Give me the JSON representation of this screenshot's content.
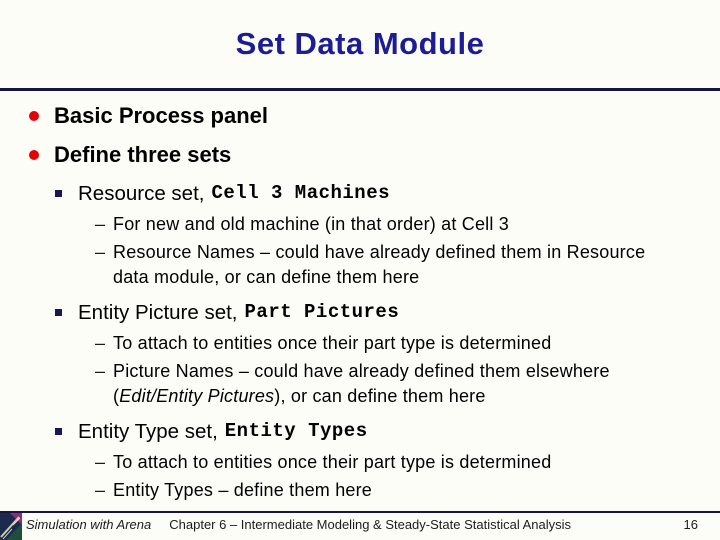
{
  "title": "Set Data Module",
  "colors": {
    "title_navy": "#1c1c94",
    "rule_navy": "#16163e",
    "bullet_red": "#e00404",
    "bullet_square_navy": "#16165e",
    "background": "#fdfdf8"
  },
  "bullets": {
    "level1": [
      {
        "label": "Basic Process panel"
      },
      {
        "label": "Define three sets"
      }
    ],
    "sets": [
      {
        "label": "Resource set,",
        "code": "Cell 3 Machines",
        "subs": [
          {
            "pre": "For new and old machine (in that order) at Cell 3",
            "italic": "",
            "post": ""
          },
          {
            "pre": "Resource Names – could have already defined them in Resource data module, or can define them here",
            "italic": "",
            "post": ""
          }
        ]
      },
      {
        "label": "Entity Picture set,",
        "code": "Part Pictures",
        "subs": [
          {
            "pre": "To attach to entities once their part type is determined",
            "italic": "",
            "post": ""
          },
          {
            "pre": "Picture Names – could have already defined them elsewhere (",
            "italic": "Edit/Entity Pictures",
            "post": "), or can define them here"
          }
        ]
      },
      {
        "label": "Entity Type set,",
        "code": "Entity Types",
        "subs": [
          {
            "pre": "To attach to entities once their part type is determined",
            "italic": "",
            "post": ""
          },
          {
            "pre": "Entity Types – define them here",
            "italic": "",
            "post": ""
          }
        ]
      }
    ]
  },
  "footer": {
    "book": "Simulation with Arena",
    "chapter": "Chapter 6 – Intermediate Modeling & Steady-State Statistical Analysis",
    "page": "16",
    "logo": "arena-book-cover-logo"
  }
}
